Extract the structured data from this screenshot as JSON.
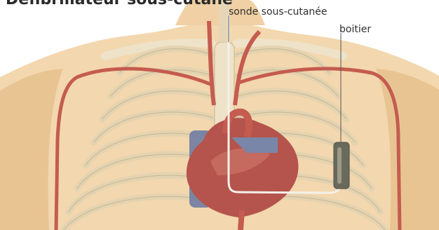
{
  "diagram": {
    "title": "Défibrillateur sous-cutané",
    "labels": {
      "lead": "sonde sous-cutanée",
      "device": "boitier"
    }
  },
  "colors": {
    "skin": "#f3d7ae",
    "skin_shadow": "#e9c493",
    "bone": "#eee2c8",
    "bone_outline": "#c9b690",
    "artery": "#c45c4f",
    "vein": "#6f7ca2",
    "heart": "#b5544c",
    "lead_wire": "#f4f1ea",
    "device": "#6a6a5c",
    "leader_line": "#555555"
  }
}
